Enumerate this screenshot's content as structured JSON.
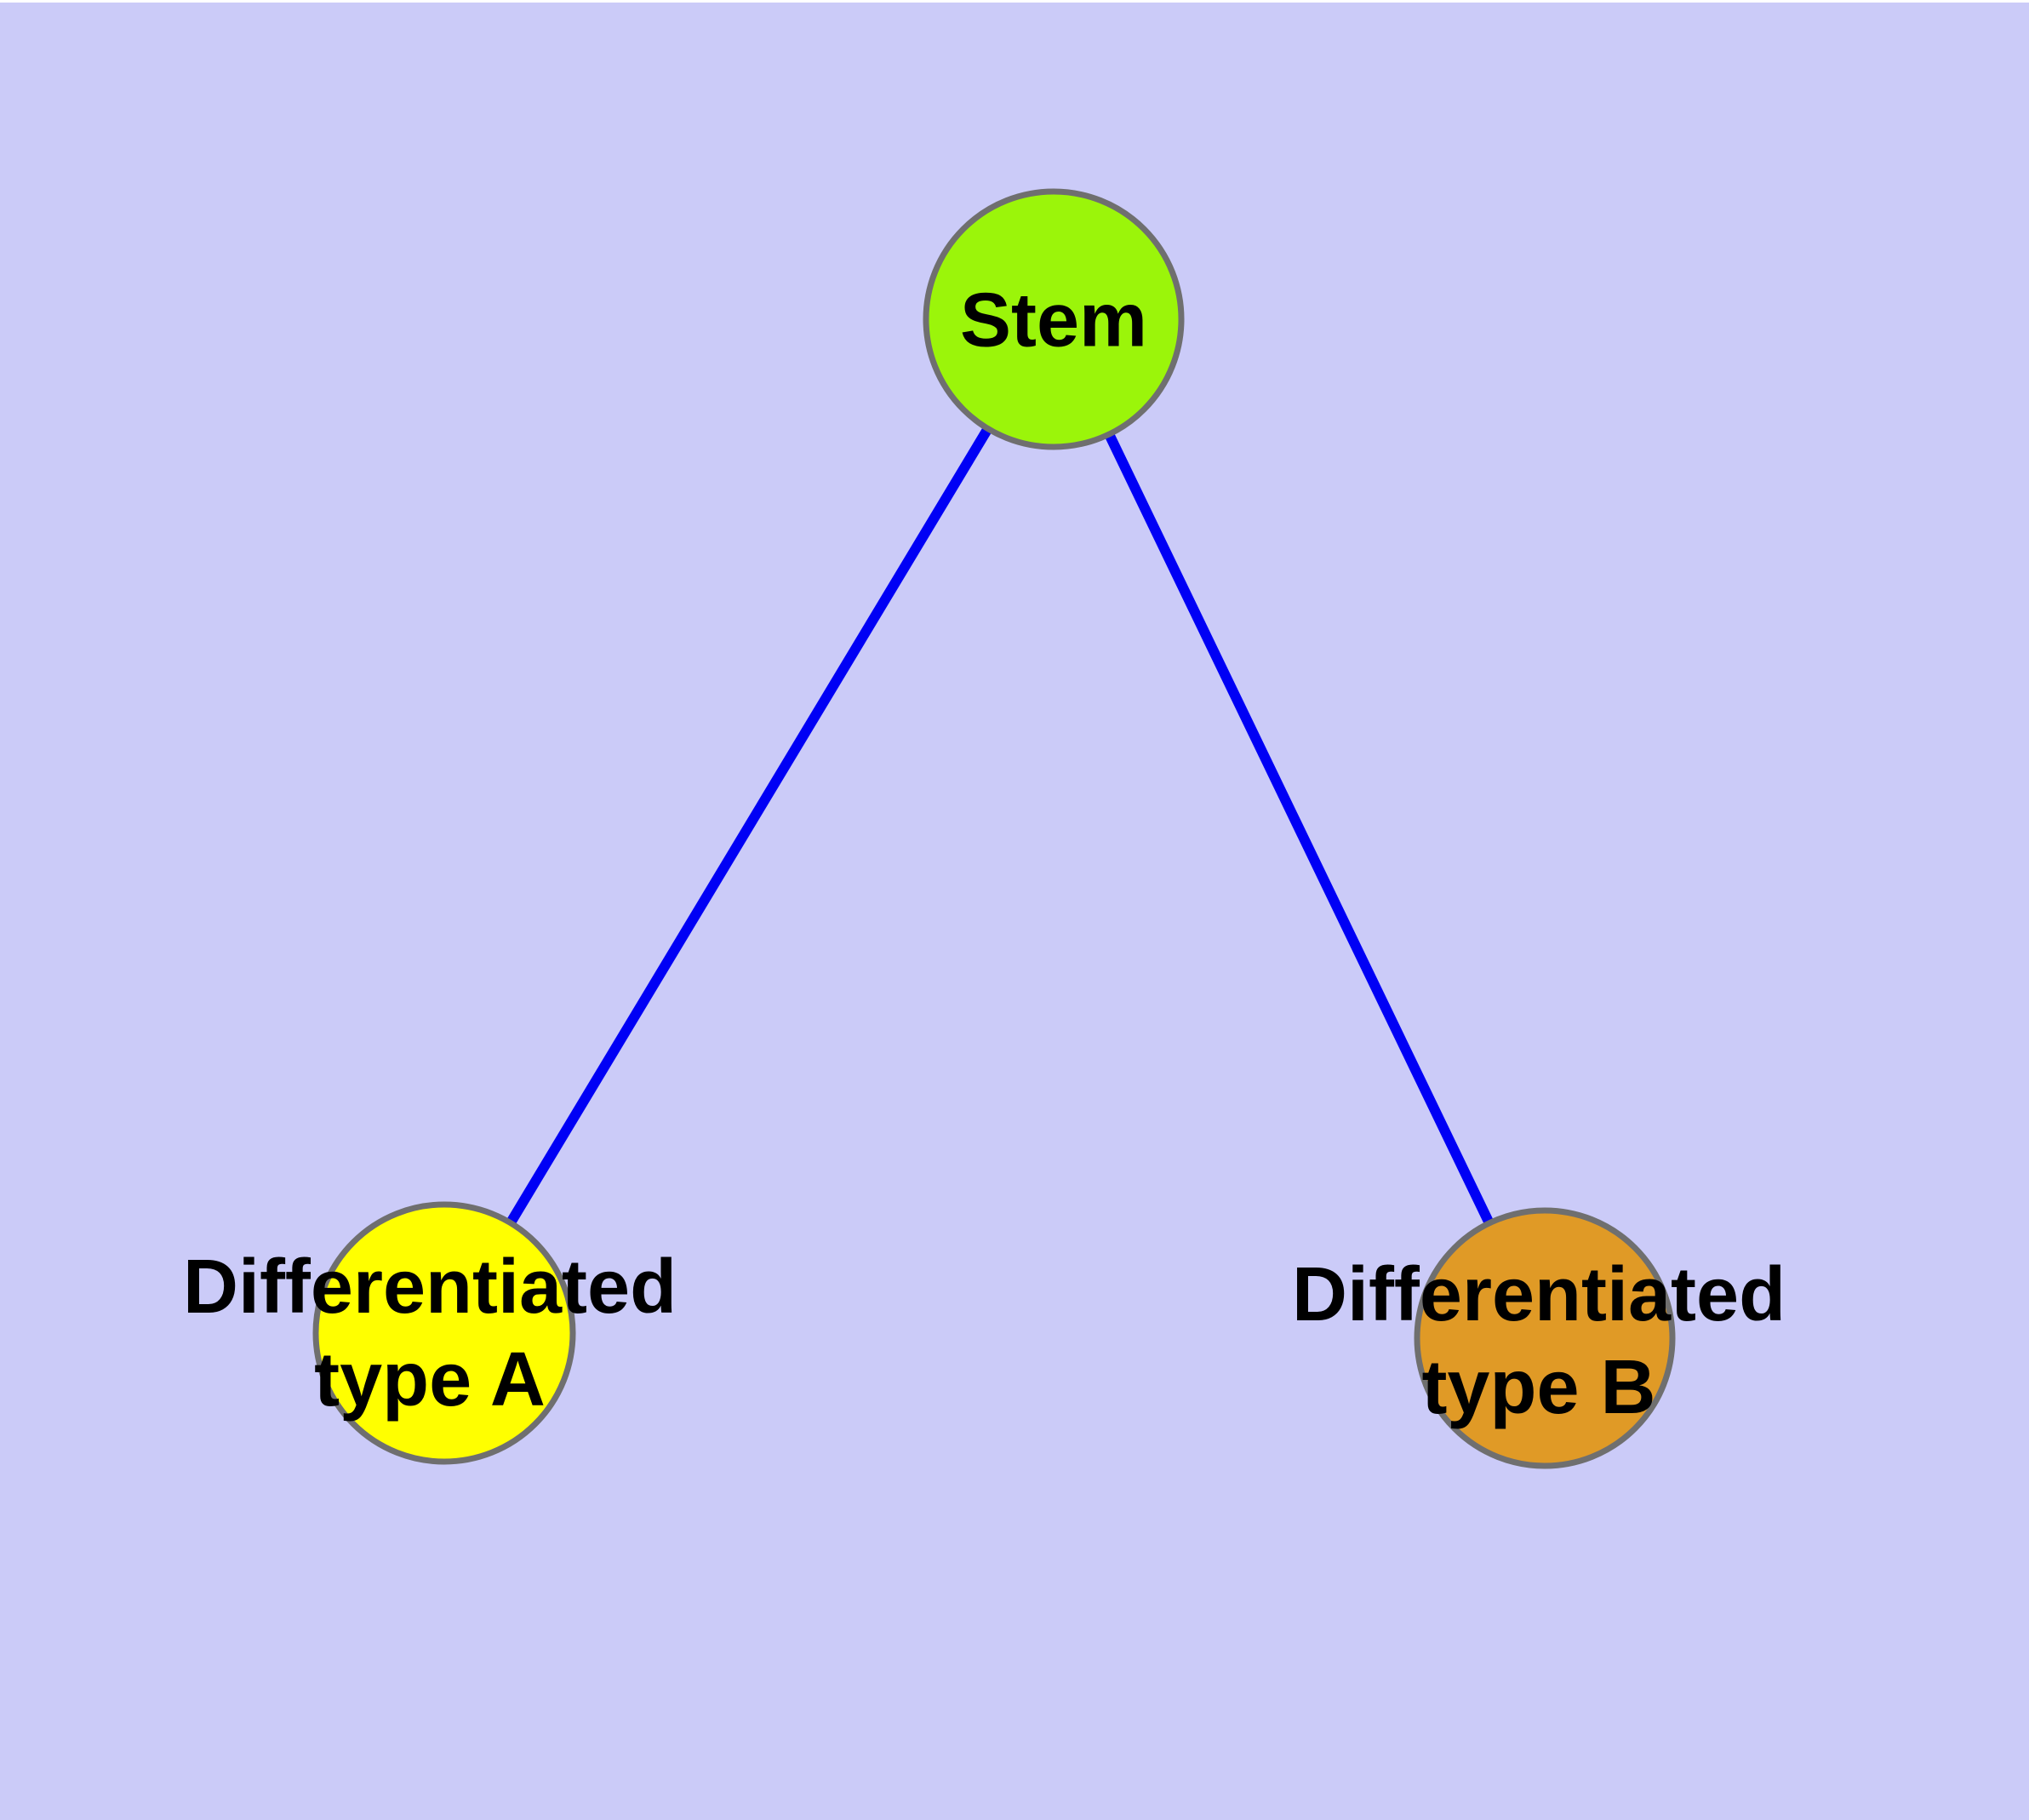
{
  "diagram": {
    "type": "graph",
    "background_color": "#CBCBF8",
    "top_margin_color": "#FFFFFF",
    "edge_color": "#0000F5",
    "node_border_color": "#6F6F6F",
    "label_color": "#000000",
    "nodes": [
      {
        "id": "stem",
        "label": "Stem",
        "fill": "#9BF50A"
      },
      {
        "id": "differentiated-type-a",
        "label_line1": "Differentiated",
        "label_line2": "type A",
        "fill": "#FFFF00"
      },
      {
        "id": "differentiated-type-b",
        "label_line1": "Differentiated",
        "label_line2": "type B",
        "fill": "#E09A26"
      }
    ],
    "edges": [
      {
        "from": "Stem",
        "to": "Differentiated type A"
      },
      {
        "from": "Stem",
        "to": "Differentiated type B"
      }
    ]
  }
}
